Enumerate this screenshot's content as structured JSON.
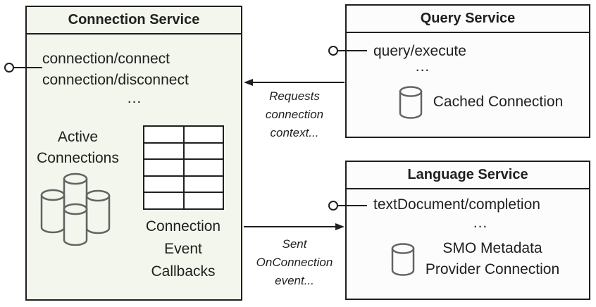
{
  "colors": {
    "connection_box_bg": "#f3f6ec",
    "service_box_bg": "#fcfcfc",
    "border": "#1f1f1f",
    "icon_stroke": "#636363"
  },
  "icons": {
    "database-icon": "cylinder outline",
    "active-connections-icon": "cluster of four database cylinders",
    "provided-interface-icon": "lollipop circle connector",
    "callbacks-grid-icon": "2x5 empty table grid"
  },
  "connection_service": {
    "title": "Connection Service",
    "methods": [
      "connection/connect",
      "connection/disconnect"
    ],
    "ellipsis": "...",
    "active_connections": [
      "Active",
      "Connections"
    ],
    "callbacks_label": [
      "Connection",
      "Event",
      "Callbacks"
    ]
  },
  "query_service": {
    "title": "Query Service",
    "method": "query/execute",
    "ellipsis": "...",
    "cached_connection": "Cached Connection"
  },
  "language_service": {
    "title": "Language Service",
    "method": "textDocument/completion",
    "ellipsis": "...",
    "smo_connection": [
      "SMO Metadata",
      "Provider Connection"
    ]
  },
  "arrows": {
    "requests_label": [
      "Requests",
      "connection",
      "context..."
    ],
    "sent_label": [
      "Sent",
      "OnConnection",
      "event..."
    ]
  }
}
